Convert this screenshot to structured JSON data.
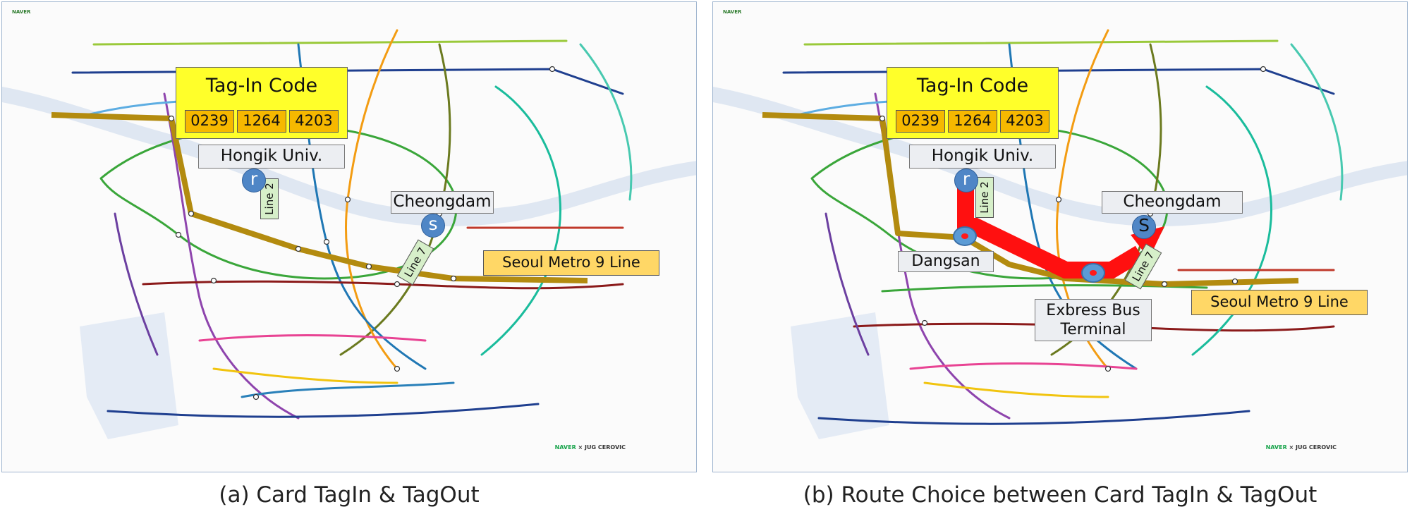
{
  "panels": [
    {
      "id": "a",
      "caption": "(a) Card TagIn & TagOut",
      "tag_in": {
        "title": "Tag-In Code",
        "codes": [
          "0239",
          "1264",
          "4203"
        ]
      },
      "stations": {
        "hongik": "Hongik Univ.",
        "cheongdam": "Cheongdam",
        "line9": "Seoul Metro 9 Line"
      },
      "line_tags": {
        "line2": "Line 2",
        "line7": "Line 7"
      },
      "markers": {
        "r": "r",
        "s": "s"
      },
      "brand": {
        "top_left": "NAVER",
        "naver": "NAVER",
        "sep": "×",
        "author": "JUG CEROVIC"
      }
    },
    {
      "id": "b",
      "caption": "(b) Route Choice between Card TagIn & TagOut",
      "tag_in": {
        "title": "Tag-In Code",
        "codes": [
          "0239",
          "1264",
          "4203"
        ]
      },
      "stations": {
        "hongik": "Hongik Univ.",
        "cheongdam": "Cheongdam",
        "dangsan": "Dangsan",
        "terminal_line1": "Exbress Bus",
        "terminal_line2": "Terminal",
        "line9": "Seoul Metro 9 Line"
      },
      "line_tags": {
        "line2": "Line 2",
        "line7": "Line 7"
      },
      "markers": {
        "r": "r",
        "s": "S"
      },
      "brand": {
        "top_left": "NAVER",
        "naver": "NAVER",
        "sep": "×",
        "author": "JUG CEROVIC"
      }
    }
  ],
  "colors": {
    "line9": "#b38b0f",
    "route": "#ff1010",
    "tag_box": "#ffff2a",
    "code_box": "#f6b800",
    "label_bg": "#eceef2",
    "line9_label": "#ffd766",
    "marker": "#4f86c6",
    "line_tag": "#d6efc9"
  }
}
